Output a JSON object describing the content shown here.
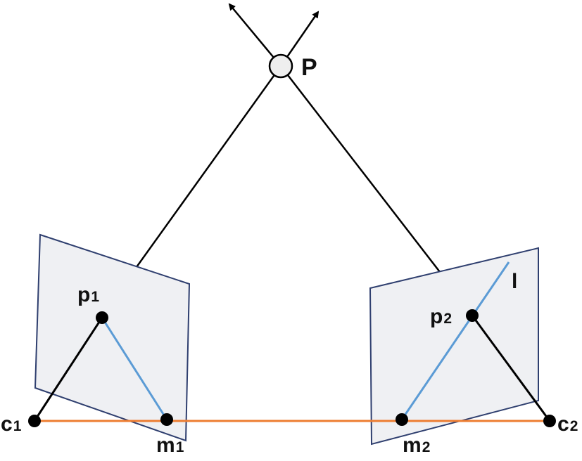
{
  "labels": {
    "point_main": "P",
    "point_p": "p",
    "point_p1_sub": "1",
    "point_p2_sub": "2",
    "line_l": "l",
    "camera_c": "c",
    "camera_c1_sub": "1",
    "camera_c2_sub": "2",
    "point_m": "m",
    "point_m1_sub": "1",
    "point_m2_sub": "2"
  },
  "colors": {
    "ray": "#000000",
    "epipolar_line": "#5b9bd5",
    "baseline": "#ed7d31",
    "image_plane_fill": "#eff0f3",
    "image_plane_stroke": "#2f3f6f",
    "point_fill": "#000000",
    "world_point_fill": "#eeeeee"
  }
}
